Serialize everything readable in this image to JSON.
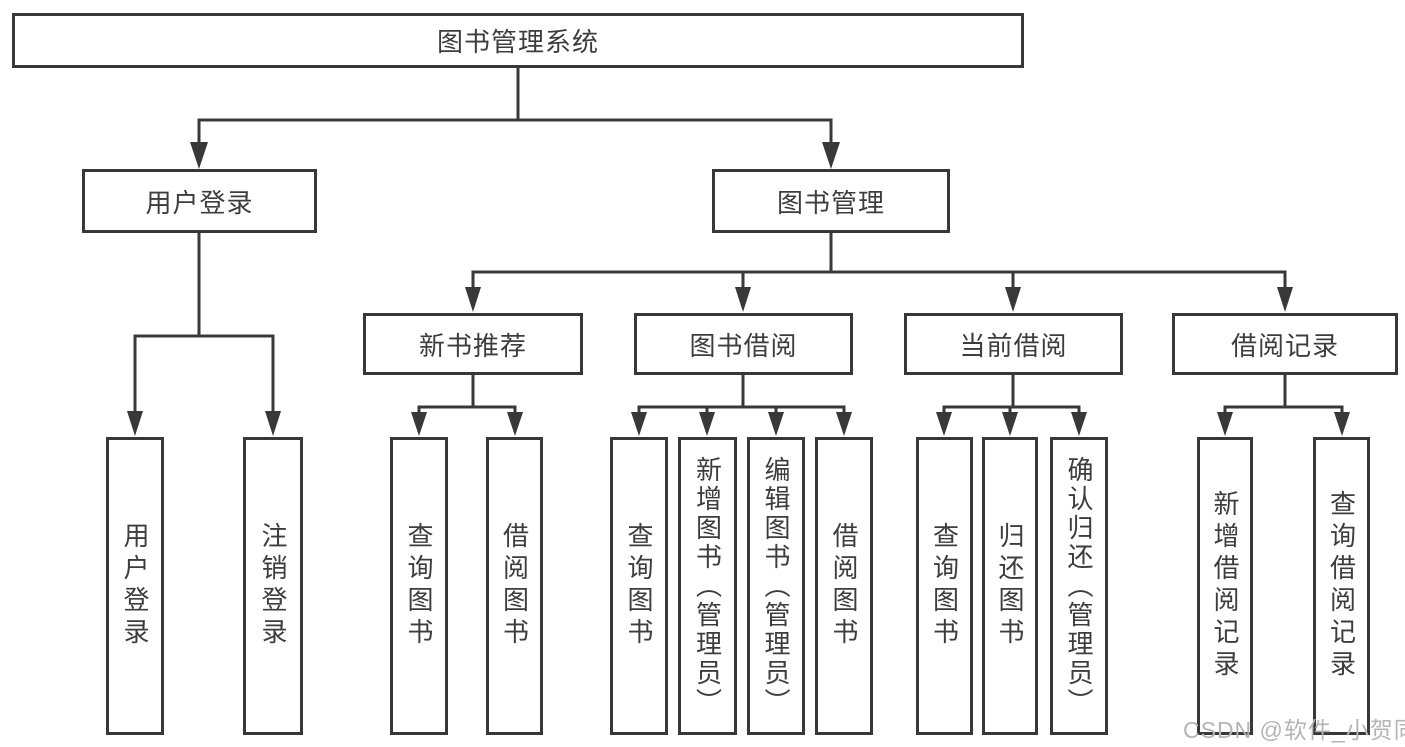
{
  "diagram": {
    "watermark": "CSDN @软件_小贺同学",
    "colors": {
      "line": "#383838",
      "box_border": "#383838",
      "text": "#3d3d3d",
      "watermark": "#b5b5b5",
      "background": "#ffffff"
    },
    "nodes": {
      "root": {
        "label": "图书管理系统"
      },
      "user_login": {
        "label": "用户登录"
      },
      "book_mgmt": {
        "label": "图书管理"
      },
      "new_book_rec": {
        "label": "新书推荐"
      },
      "book_borrow": {
        "label": "图书借阅"
      },
      "current_borrow": {
        "label": "当前借阅"
      },
      "borrow_record": {
        "label": "借阅记录"
      },
      "leaf_user_login": {
        "label": "用户登录"
      },
      "leaf_logout": {
        "label": "注销登录"
      },
      "leaf_query_book_rec": {
        "label": "查询图书"
      },
      "leaf_borrow_book_rec": {
        "label": "借阅图书"
      },
      "leaf_query_book_borrow": {
        "label": "查询图书"
      },
      "leaf_add_book_admin": {
        "label": "新增图书（管理员）"
      },
      "leaf_edit_book_admin": {
        "label": "编辑图书（管理员）"
      },
      "leaf_borrow_book_borrow": {
        "label": "借阅图书"
      },
      "leaf_query_book_current": {
        "label": "查询图书"
      },
      "leaf_return_book": {
        "label": "归还图书"
      },
      "leaf_confirm_return_admin": {
        "label": "确认归还（管理员）"
      },
      "leaf_add_borrow_record": {
        "label": "新增借阅记录"
      },
      "leaf_query_borrow_record": {
        "label": "查询借阅记录"
      }
    },
    "edges": [
      "图书管理系统→用户登录",
      "图书管理系统→图书管理",
      "用户登录→用户登录",
      "用户登录→注销登录",
      "图书管理→新书推荐",
      "图书管理→图书借阅",
      "图书管理→当前借阅",
      "图书管理→借阅记录",
      "新书推荐→查询图书",
      "新书推荐→借阅图书",
      "图书借阅→查询图书",
      "图书借阅→新增图书（管理员）",
      "图书借阅→编辑图书（管理员）",
      "图书借阅→借阅图书",
      "当前借阅→查询图书",
      "当前借阅→归还图书",
      "当前借阅→确认归还（管理员）",
      "借阅记录→新增借阅记录",
      "借阅记录→查询借阅记录"
    ]
  }
}
